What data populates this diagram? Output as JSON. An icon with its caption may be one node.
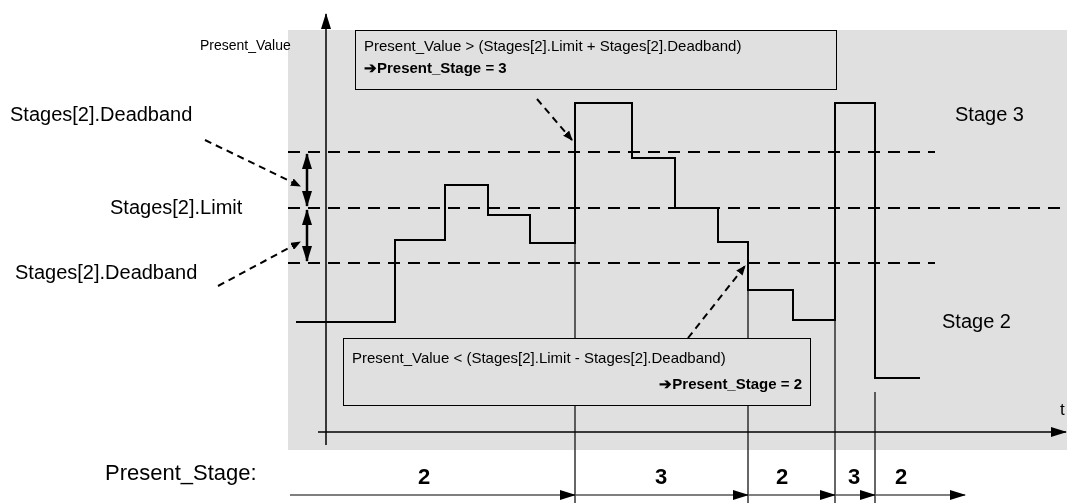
{
  "diagram": {
    "nodes": [
      {
        "text": [
          "Present_Value > (Stages[2].Limit + Stages[2].Deadband)",
          "➔Present_Stage = 3"
        ]
      },
      {
        "text": [
          "Present_Value < (Stages[2].Limit - Stages[2].Deadband)",
          "➔Present_Stage = 2"
        ]
      },
      {
        "text": [
          "Stages[2].Deadband"
        ]
      },
      {
        "text": [
          "Stages[2].Deadband"
        ]
      }
    ],
    "edges": [
      {
        "from": 2,
        "to": null,
        "arrow": "to",
        "style": "dashed"
      },
      {
        "from": 3,
        "to": null,
        "arrow": "to",
        "style": "dashed"
      },
      {
        "from": 0,
        "to": null,
        "arrow": "to",
        "style": "dashed"
      },
      {
        "from": 1,
        "to": null,
        "arrow": "to",
        "style": "dashed"
      }
    ],
    "labels": [
      "Present_Value",
      "Stage 3",
      "Stages[2].Limit",
      "Stage 2",
      "t",
      "Present_Stage:",
      "2",
      "3",
      "2",
      "3",
      "2"
    ]
  }
}
